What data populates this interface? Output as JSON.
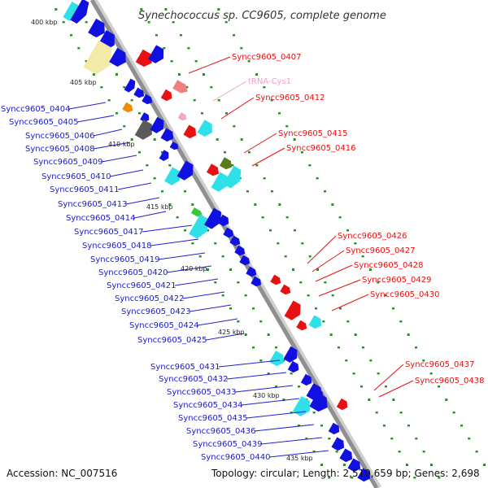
{
  "title": "Synechococcus sp. CC9605, complete genome",
  "accession": "Accession: NC_007516",
  "summary": "Topology: circular; Length: 2,510,659 bp; Genes: 2,698",
  "colors": {
    "backbone": "#999999",
    "ticks": "#2e8b2e",
    "blue": "#1010e0",
    "red": "#e81010",
    "cyan": "#30e0e8",
    "yellow": "#f2eaa6",
    "orange": "#f08c00",
    "gray": "#5a5a5a",
    "olive": "#5b7a1a",
    "green": "#3cc63c",
    "pink": "#f0a8c8",
    "salmon": "#f08080"
  },
  "scale": [
    {
      "label": "400 kbp"
    },
    {
      "label": "405 kbp"
    },
    {
      "label": "410 kbp"
    },
    {
      "label": "415 kbp"
    },
    {
      "label": "420 kbp"
    },
    {
      "label": "425 kbp"
    },
    {
      "label": "430 kbp"
    },
    {
      "label": "435 kbp"
    }
  ],
  "genes_left": [
    "Syncc9605_0404",
    "Syncc9605_0405",
    "Syncc9605_0406",
    "Syncc9605_0408",
    "Syncc9605_0409",
    "Syncc9605_0410",
    "Syncc9605_0411",
    "Syncc9605_0413",
    "Syncc9605_0414",
    "Syncc9605_0417",
    "Syncc9605_0418",
    "Syncc9605_0419",
    "Syncc9605_0420",
    "Syncc9605_0421",
    "Syncc9605_0422",
    "Syncc9605_0423",
    "Syncc9605_0424",
    "Syncc9605_0425",
    "Syncc9605_0431",
    "Syncc9605_0432",
    "Syncc9605_0433",
    "Syncc9605_0434",
    "Syncc9605_0435",
    "Syncc9605_0436",
    "Syncc9605_0439",
    "Syncc9605_0440"
  ],
  "genes_right": [
    "Syncc9605_0407",
    "tRNA-Cys1",
    "Syncc9605_0412",
    "Syncc9605_0415",
    "Syncc9605_0416",
    "Syncc9605_0426",
    "Syncc9605_0427",
    "Syncc9605_0428",
    "Syncc9605_0429",
    "Syncc9605_0430",
    "Syncc9605_0437",
    "Syncc9605_0438"
  ]
}
